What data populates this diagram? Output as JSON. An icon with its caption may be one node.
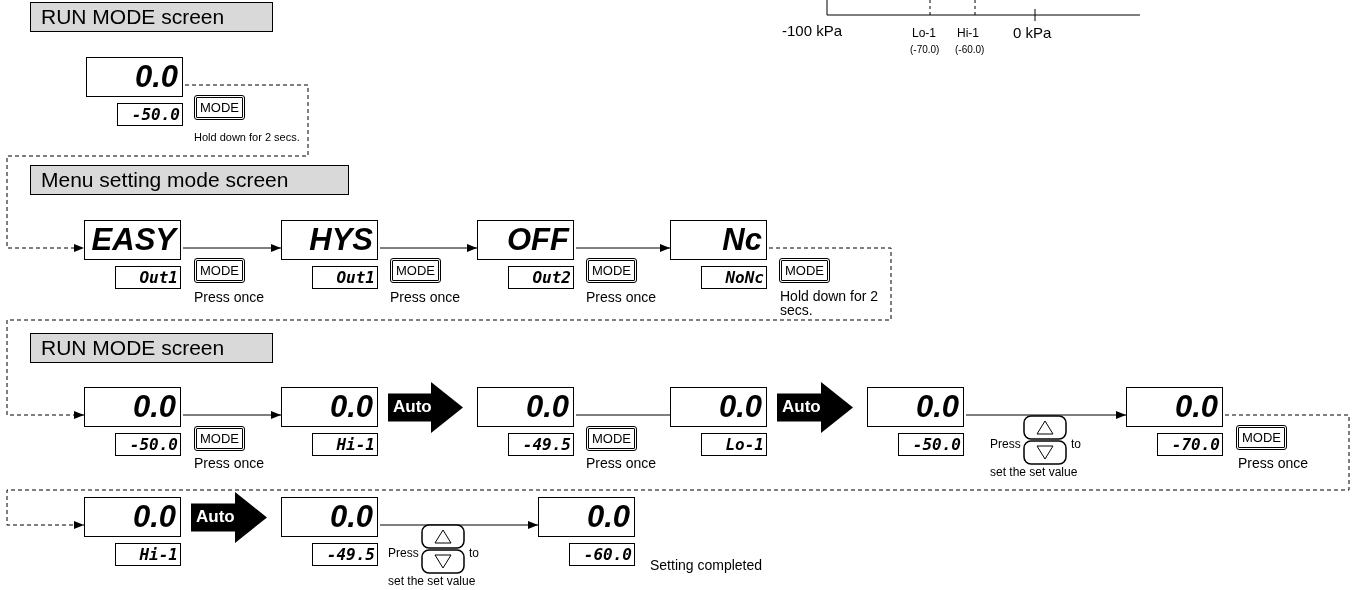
{
  "diagram": {
    "nodes": [
      {
        "text": [
          "RUN MODE screen"
        ]
      },
      {
        "text": [
          "0.0",
          "-50.0"
        ]
      },
      {
        "text": [
          "MODE"
        ]
      },
      {
        "text": [
          "Menu setting mode screen"
        ]
      },
      {
        "text": [
          "EASY",
          "Out1"
        ]
      },
      {
        "text": [
          "MODE"
        ]
      },
      {
        "text": [
          "HYS",
          "Out1"
        ]
      },
      {
        "text": [
          "MODE"
        ]
      },
      {
        "text": [
          "OFF",
          "Out2"
        ]
      },
      {
        "text": [
          "MODE"
        ]
      },
      {
        "text": [
          "Nc",
          "NoNc"
        ]
      },
      {
        "text": [
          "MODE"
        ]
      },
      {
        "text": [
          "RUN MODE screen"
        ]
      },
      {
        "text": [
          "0.0",
          "-50.0"
        ]
      },
      {
        "text": [
          "MODE"
        ]
      },
      {
        "text": [
          "0.0",
          "Hi-1"
        ]
      },
      {
        "text": [
          "0.0",
          "-49.5"
        ]
      },
      {
        "text": [
          "MODE"
        ]
      },
      {
        "text": [
          "0.0",
          "Lo-1"
        ]
      },
      {
        "text": [
          "0.0",
          "-50.0"
        ]
      },
      {
        "text": [
          "0.0",
          "-70.0"
        ]
      },
      {
        "text": [
          "MODE"
        ]
      },
      {
        "text": [
          "0.0",
          "Hi-1"
        ]
      },
      {
        "text": [
          "0.0",
          "-49.5"
        ]
      },
      {
        "text": [
          "0.0",
          "-60.0"
        ],
        "beside": [
          "Setting completed"
        ]
      }
    ],
    "edges": [
      {
        "from": 1,
        "to": 4,
        "arrow": "to",
        "label": "Hold down for 2 secs.",
        "style": "dashed"
      },
      {
        "from": 4,
        "to": 6,
        "arrow": "to",
        "label": "Press once"
      },
      {
        "from": 6,
        "to": 8,
        "arrow": "to",
        "label": "Press once"
      },
      {
        "from": 8,
        "to": 10,
        "arrow": "to",
        "label": "Press once"
      },
      {
        "from": 10,
        "to": 13,
        "arrow": "to",
        "label": "Hold down for 2 secs.",
        "style": "dashed"
      },
      {
        "from": 13,
        "to": 15,
        "arrow": "to",
        "label": "Press once"
      },
      {
        "from": 15,
        "to": 16,
        "arrow": "to",
        "label": "Auto",
        "style": "thick"
      },
      {
        "from": 16,
        "to": 18,
        "arrow": "none",
        "label": "Press once"
      },
      {
        "from": 18,
        "to": 19,
        "arrow": "to",
        "label": "Auto",
        "style": "thick"
      },
      {
        "from": 19,
        "to": 20,
        "arrow": "to",
        "label": "Press to set the set value"
      },
      {
        "from": 20,
        "to": 22,
        "arrow": "to",
        "label": "Press once",
        "style": "dashed"
      },
      {
        "from": 22,
        "to": 23,
        "arrow": "to",
        "label": "Auto",
        "style": "thick"
      },
      {
        "from": 23,
        "to": 24,
        "arrow": "to",
        "label": "Press to set the set value"
      }
    ],
    "labels": [
      "-100 kPa",
      "Lo-1",
      "(-70.0)",
      "Hi-1",
      "(-60.0)",
      "0 kPa"
    ]
  }
}
